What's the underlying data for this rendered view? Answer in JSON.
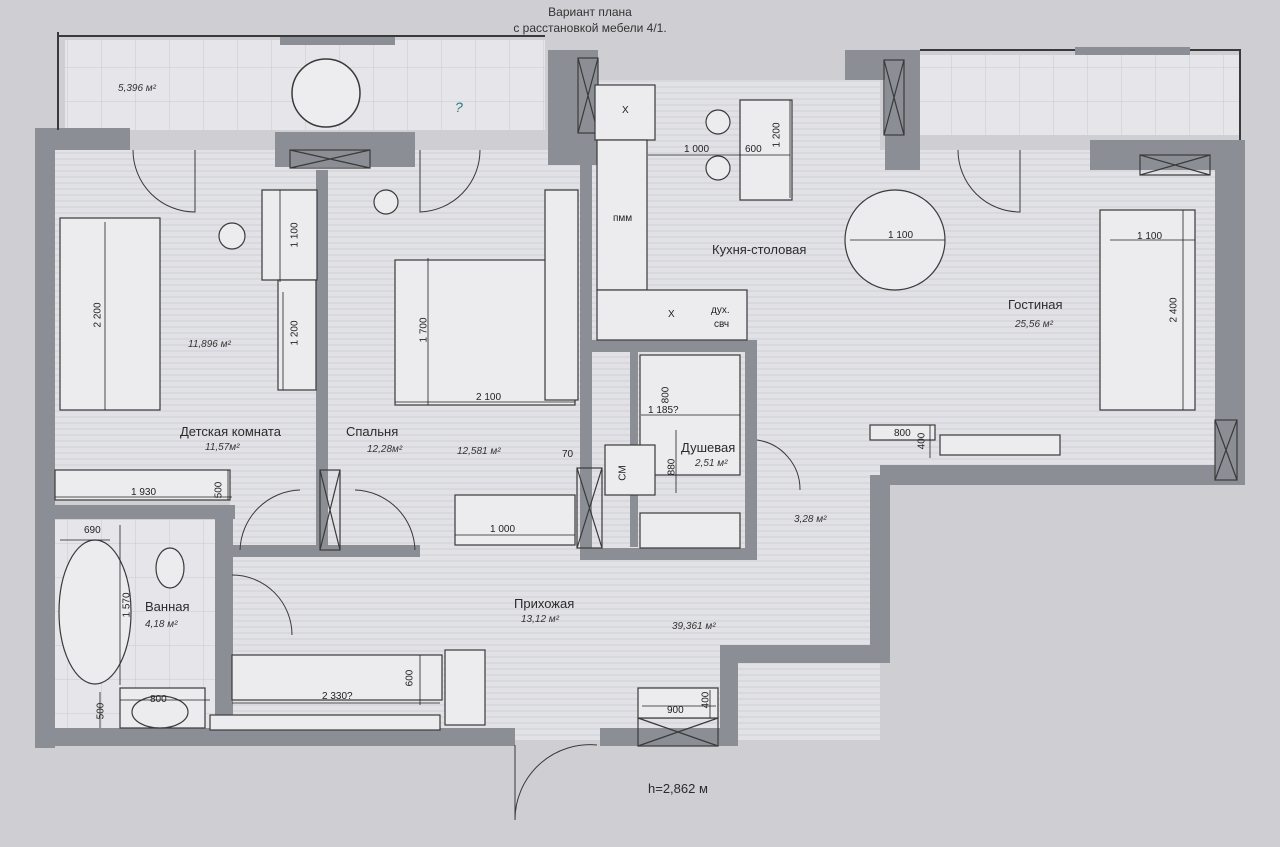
{
  "header": {
    "line1": "Вариант плана",
    "line2": "с расстановкой мебели 4/1."
  },
  "rooms": {
    "balcony_left": {
      "area": "5,396 м²"
    },
    "kids": {
      "name": "Детская комната",
      "area": "11,57м²",
      "area_alt": "11,896 м²"
    },
    "bedroom": {
      "name": "Спальня",
      "area": "12,28м²",
      "area_alt": "12,581 м²"
    },
    "kitchen": {
      "name": "Кухня-столовая"
    },
    "living": {
      "name": "Гостиная",
      "area": "25,56 м²"
    },
    "shower": {
      "name": "Душевая",
      "area": "2,51 м²"
    },
    "bath": {
      "name": "Ванная",
      "area": "4,18 м²"
    },
    "hall": {
      "name": "Прихожая",
      "area": "13,12 м²",
      "area_alt": "39,361 м²",
      "area_small": "3,28 м²"
    }
  },
  "labels": {
    "pmm": "пмм",
    "oven": "дух.",
    "oven2": "свч",
    "wm": "СМ",
    "x1": "X",
    "x2": "X",
    "q": "?",
    "height": "h=2,862 м"
  },
  "dims": {
    "d1100a": "1 100",
    "d2200": "2 200",
    "d1200a": "1 200",
    "d1700": "1 700",
    "d2100": "2 100",
    "d1930": "1 930",
    "d500a": "500",
    "d1000a": "1 000",
    "d70": "70",
    "d1000b": "1 000",
    "d600a": "600",
    "d1200b": "1 200",
    "d1100b": "1 100",
    "d1100c": "1 100",
    "d2400": "2 400",
    "d800a": "800",
    "d1185": "1 185?",
    "d880": "880",
    "d800b": "800",
    "d400a": "400",
    "d690": "690",
    "d1570": "1 570",
    "d800c": "800",
    "d500b": "500",
    "d2330": "2 330?",
    "d600b": "600",
    "d900": "900",
    "d400b": "400"
  },
  "colors": {
    "wall": "#8b8f95",
    "floor": "#e4e4e7",
    "hatch": "#d7d8dc",
    "line": "#3a3a3a",
    "accent": "#2c7d7d"
  }
}
